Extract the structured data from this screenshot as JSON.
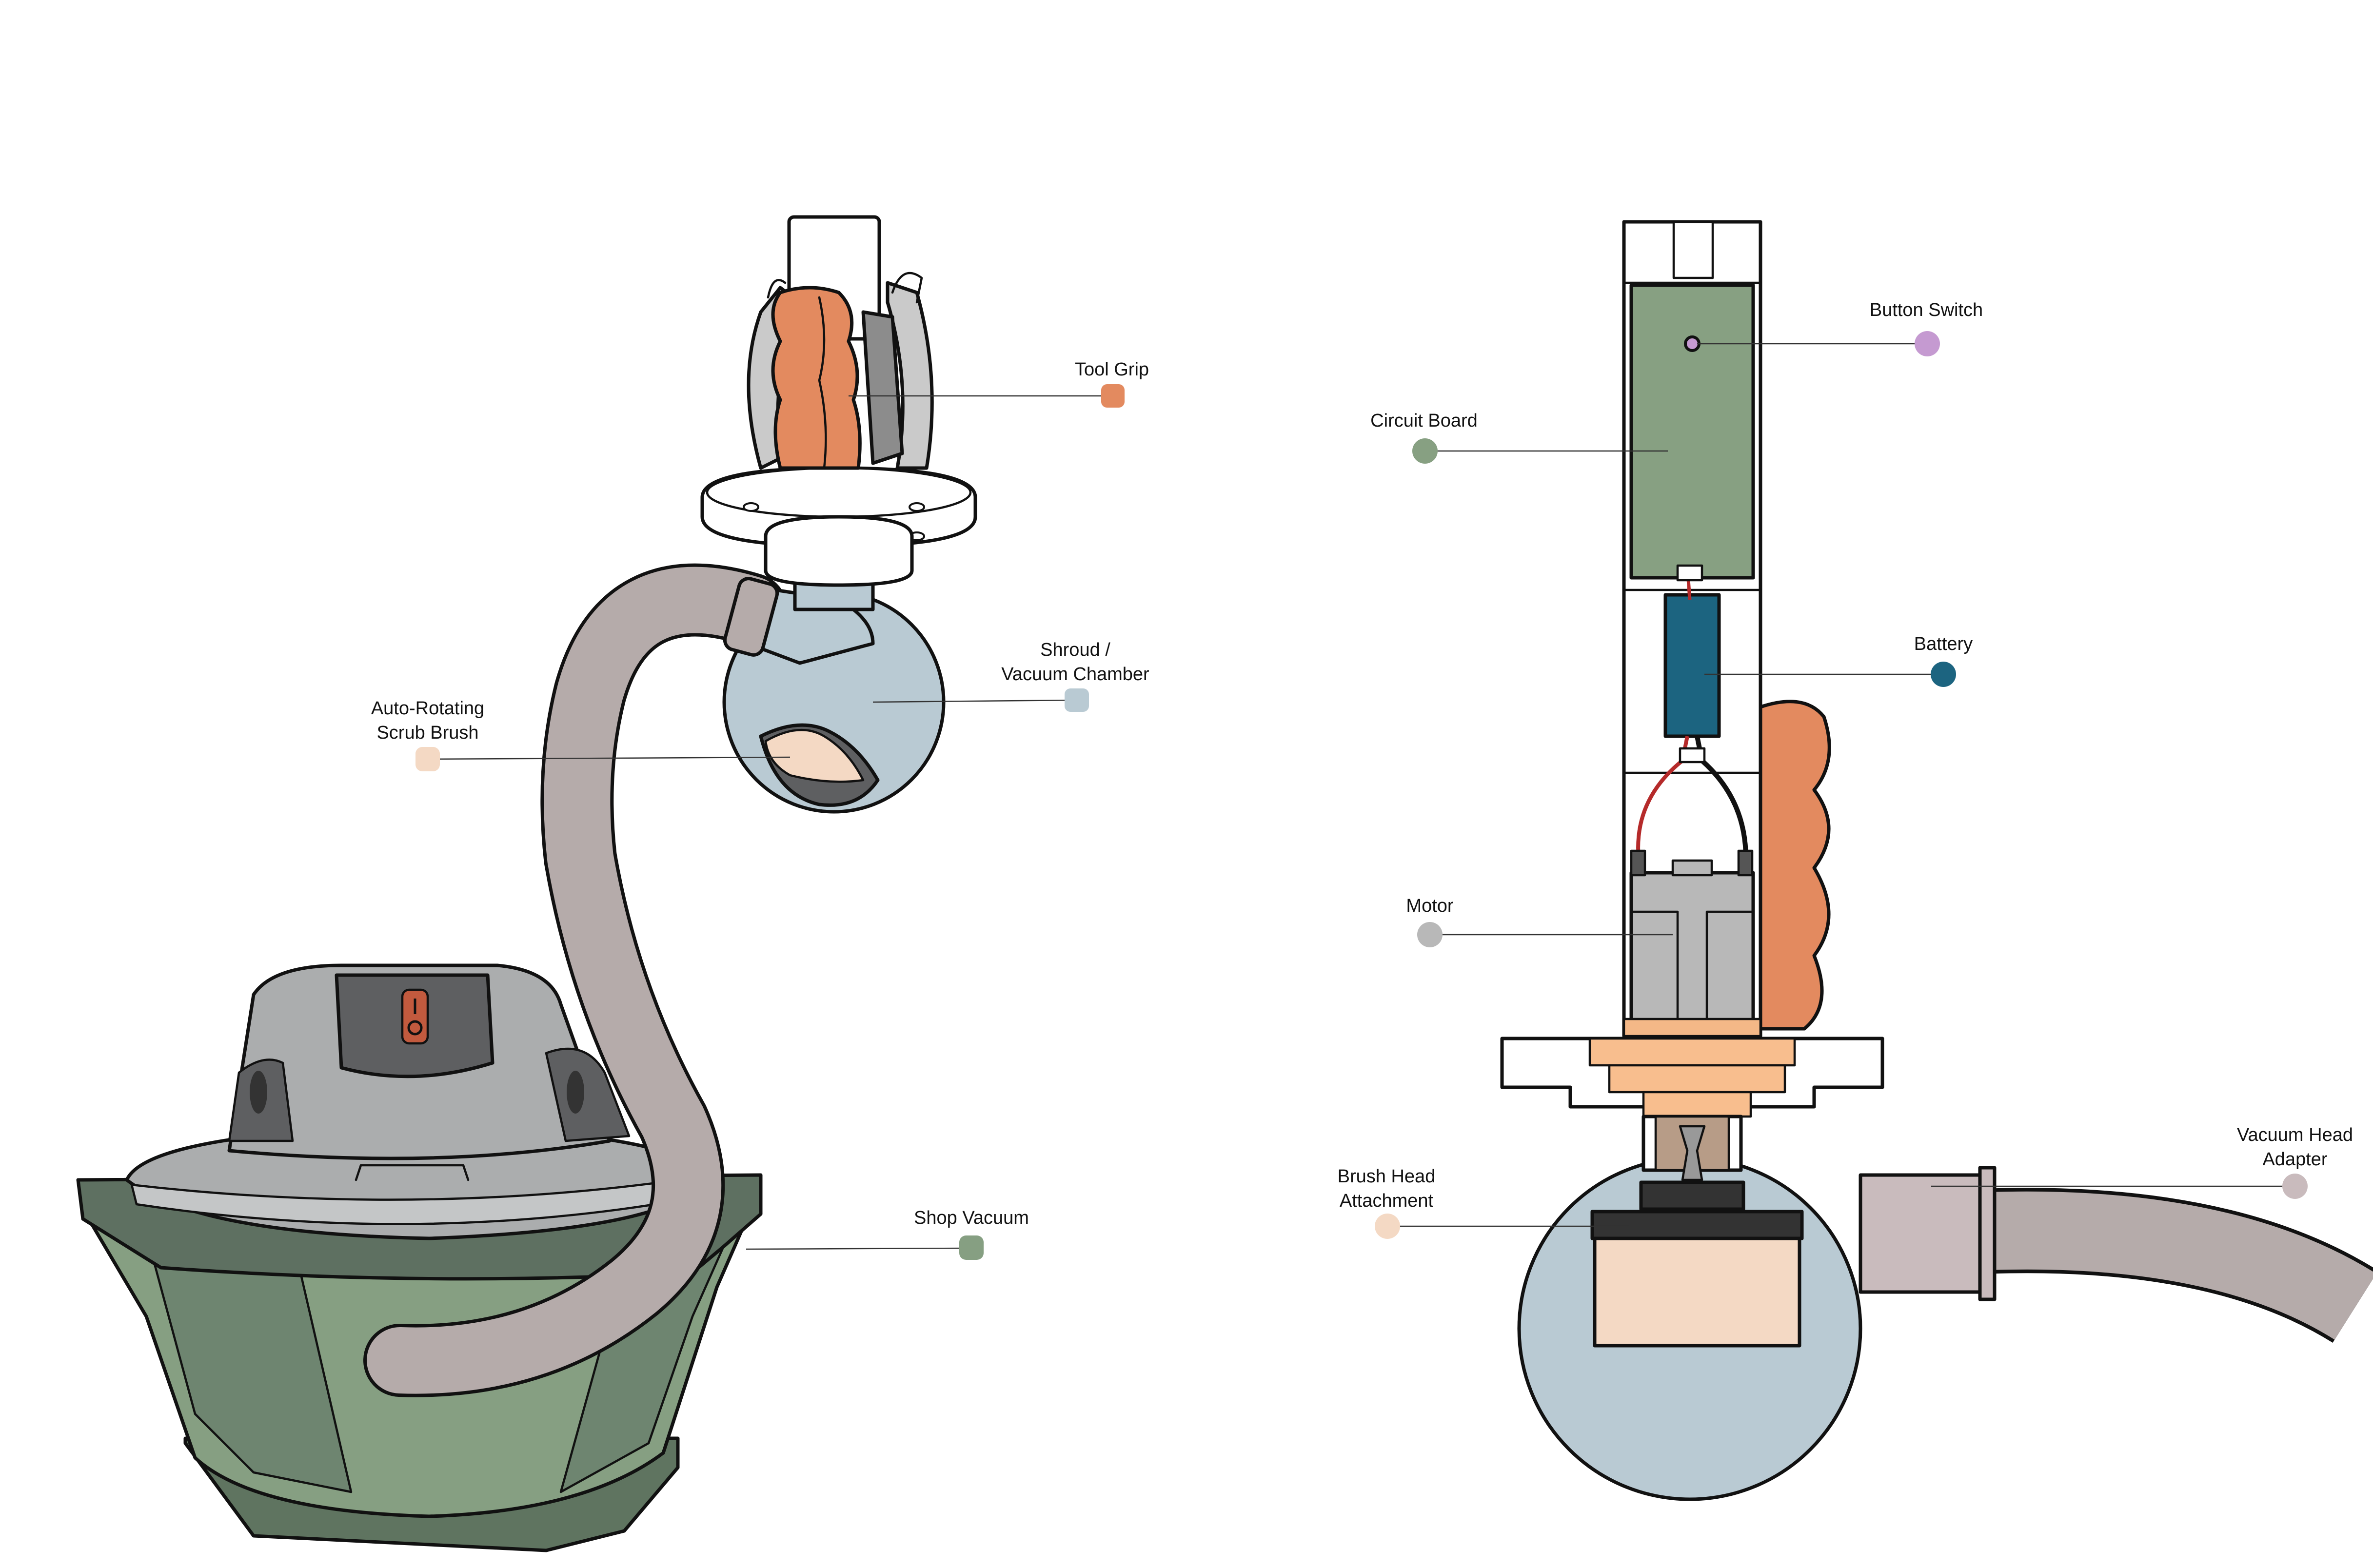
{
  "colors": {
    "tool_grip": "#E38A5F",
    "shroud": "#B9CAD3",
    "scrub_brush": "#F4D9C4",
    "shop_vacuum": "#869F82",
    "button_switch": "#C59AD1",
    "circuit_board": "#87A082",
    "battery": "#1C6480",
    "motor": "#B8B8B8",
    "brush_head": "#F4D9C4",
    "vacuum_adapter": "#C9BBBD",
    "hose": "#B5ABAA"
  },
  "labels": {
    "tool_grip": "Tool Grip",
    "shroud_line1": "Shroud /",
    "shroud_line2": "Vacuum Chamber",
    "brush_line1": "Auto-Rotating",
    "brush_line2": "Scrub Brush",
    "shop_vacuum": "Shop Vacuum",
    "button_switch": "Button Switch",
    "circuit_board": "Circuit Board",
    "battery": "Battery",
    "motor": "Motor",
    "brush_head_line1": "Brush Head",
    "brush_head_line2": "Attachment",
    "adapter_line1": "Vacuum Head",
    "adapter_line2": "Adapter"
  }
}
